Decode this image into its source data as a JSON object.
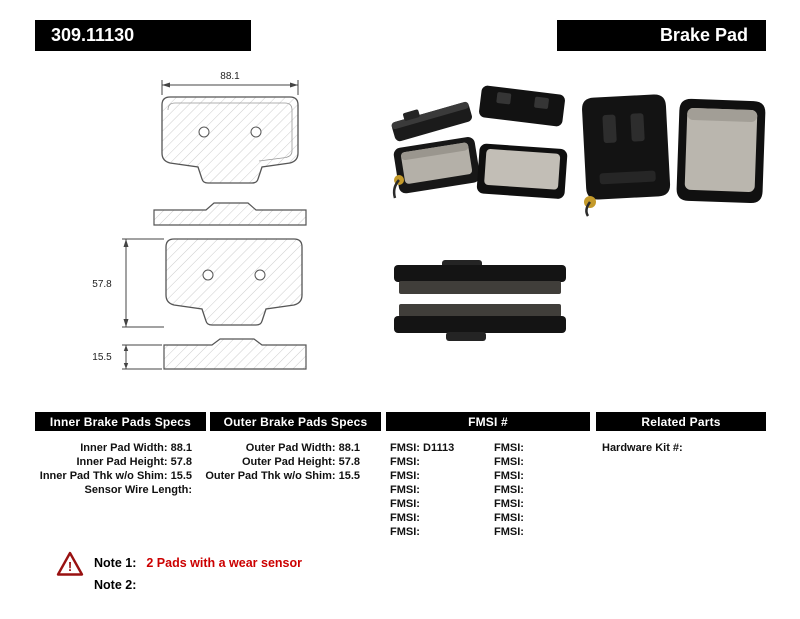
{
  "header": {
    "part_number": "309.11130",
    "title": "Brake Pad"
  },
  "dimensions": {
    "width": "88.1",
    "height": "57.8",
    "thickness": "15.5"
  },
  "table": {
    "inner": {
      "header": "Inner Brake Pads Specs",
      "rows": [
        {
          "label": "Inner Pad Width:",
          "value": "88.1"
        },
        {
          "label": "Inner Pad Height:",
          "value": "57.8"
        },
        {
          "label": "Inner Pad Thk w/o Shim:",
          "value": "15.5"
        },
        {
          "label": "Sensor Wire Length:",
          "value": ""
        }
      ]
    },
    "outer": {
      "header": "Outer Brake Pads Specs",
      "rows": [
        {
          "label": "Outer Pad Width:",
          "value": "88.1"
        },
        {
          "label": "Outer Pad Height:",
          "value": "57.8"
        },
        {
          "label": "Outer Pad Thk w/o Shim:",
          "value": "15.5"
        }
      ]
    },
    "fmsi": {
      "header": "FMSI #",
      "col1": [
        {
          "label": "FMSI:",
          "value": "D1113"
        },
        {
          "label": "FMSI:",
          "value": ""
        },
        {
          "label": "FMSI:",
          "value": ""
        },
        {
          "label": "FMSI:",
          "value": ""
        },
        {
          "label": "FMSI:",
          "value": ""
        },
        {
          "label": "FMSI:",
          "value": ""
        },
        {
          "label": "FMSI:",
          "value": ""
        }
      ],
      "col2": [
        {
          "label": "FMSI:",
          "value": ""
        },
        {
          "label": "FMSI:",
          "value": ""
        },
        {
          "label": "FMSI:",
          "value": ""
        },
        {
          "label": "FMSI:",
          "value": ""
        },
        {
          "label": "FMSI:",
          "value": ""
        },
        {
          "label": "FMSI:",
          "value": ""
        },
        {
          "label": "FMSI:",
          "value": ""
        }
      ]
    },
    "related": {
      "header": "Related Parts",
      "rows": [
        {
          "label": "Hardware Kit #:",
          "value": ""
        }
      ]
    }
  },
  "notes": {
    "warning_glyph": "!",
    "note1_label": "Note 1:",
    "note1_text": "2 Pads with a wear sensor",
    "note2_label": "Note 2:",
    "note2_text": ""
  },
  "colors": {
    "header_bg": "#000000",
    "note_red": "#cc0000",
    "warning_red": "#991111"
  }
}
